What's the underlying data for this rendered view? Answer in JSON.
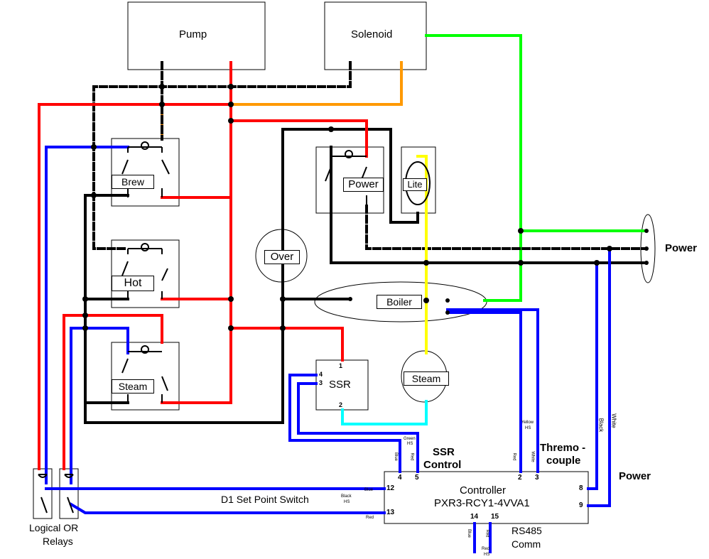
{
  "components": {
    "pump": "Pump",
    "solenoid": "Solenoid",
    "brew": "Brew",
    "hot": "Hot",
    "steam_switch": "Steam",
    "power_switch": "Power",
    "lite": "Lite",
    "over": "Over",
    "boiler": "Boiler",
    "steam_stat": "Steam",
    "ssr": "SSR",
    "controller_line1": "Controller",
    "controller_line2": "PXR3-RCY1-4VVA1"
  },
  "labels": {
    "power_right": "Power",
    "power_bottom": "Power",
    "logical_or_1": "Logical OR",
    "logical_or_2": "Relays",
    "d1": "D1 Set Point Switch",
    "ssr_control_1": "SSR",
    "ssr_control_2": "Control",
    "thermo_1": "Thremo -",
    "thermo_2": "couple",
    "rs485_1": "RS485",
    "rs485_2": "Comm"
  },
  "ssr_pins": {
    "p1": "1",
    "p2": "2",
    "p3": "3",
    "p4": "4"
  },
  "controller_pins": {
    "p12": "12",
    "p13": "13",
    "p4": "4",
    "p5": "5",
    "p2": "2",
    "p3": "3",
    "p8": "8",
    "p9": "9",
    "p14": "14",
    "p15": "15"
  },
  "wire_labels": {
    "blue12": "Blue",
    "red13": "Red",
    "black_hs": "Black",
    "black_hs2": "HS",
    "blue_ssr": "Blue",
    "green_hs": "Green",
    "green_hs2": "HS",
    "red_ssr": "Red",
    "red_tc": "Red",
    "yellow_hs": "Yellow",
    "yellow_hs2": "HS",
    "white_tc": "White",
    "black_pw": "Black",
    "white_pw": "White",
    "blue_rs": "Blue",
    "red_rs": "Red",
    "red_hs": "Red",
    "red_hs2": "HS"
  },
  "colors": {
    "red": "#ff0000",
    "blue": "#0000ff",
    "green": "#00ff00",
    "orange": "#ff9900",
    "yellow": "#ffff00",
    "cyan": "#00ffff",
    "black": "#000000"
  }
}
